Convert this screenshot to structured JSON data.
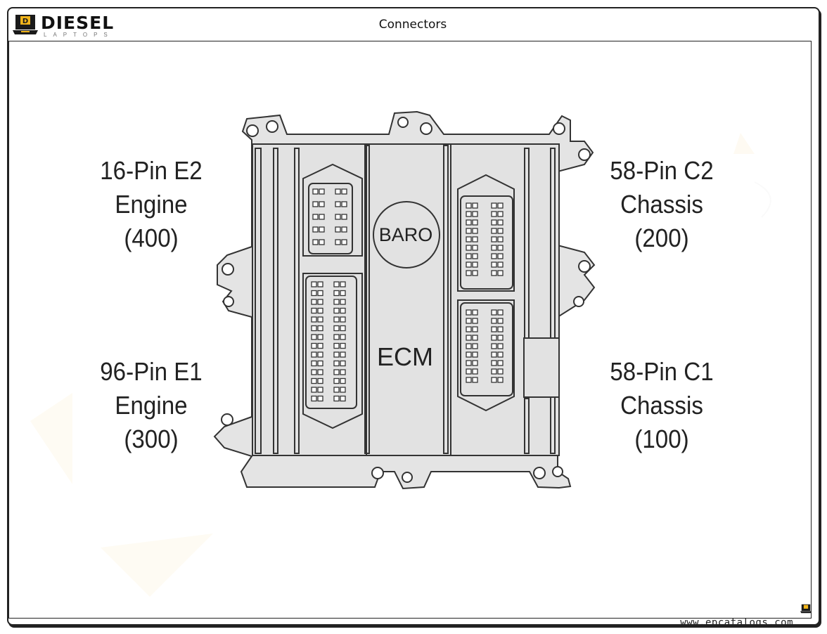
{
  "header": {
    "logo_brand": "DIESEL",
    "logo_sub": "LAPTOPS",
    "title": "Connectors"
  },
  "diagram": {
    "center_labels": {
      "baro": "BARO",
      "ecm": "ECM"
    },
    "connectors": {
      "e2": {
        "line1": "16-Pin E2",
        "line2": "Engine",
        "line3": "(400)"
      },
      "e1": {
        "line1": "96-Pin E1",
        "line2": "Engine",
        "line3": "(300)"
      },
      "c2": {
        "line1": "58-Pin C2",
        "line2": "Chassis",
        "line3": "(200)"
      },
      "c1": {
        "line1": "58-Pin C1",
        "line2": "Chassis",
        "line3": "(100)"
      }
    }
  },
  "footer": {
    "watermark": "www.epcatalogs.com"
  },
  "colors": {
    "module_fill": "#e6e6e6",
    "module_stroke": "#333333",
    "logo_yellow": "#f2b51b",
    "logo_dark": "#1a1a1a"
  },
  "icons": {
    "logo": "laptop-d-icon",
    "footer": "laptop-d-icon"
  }
}
